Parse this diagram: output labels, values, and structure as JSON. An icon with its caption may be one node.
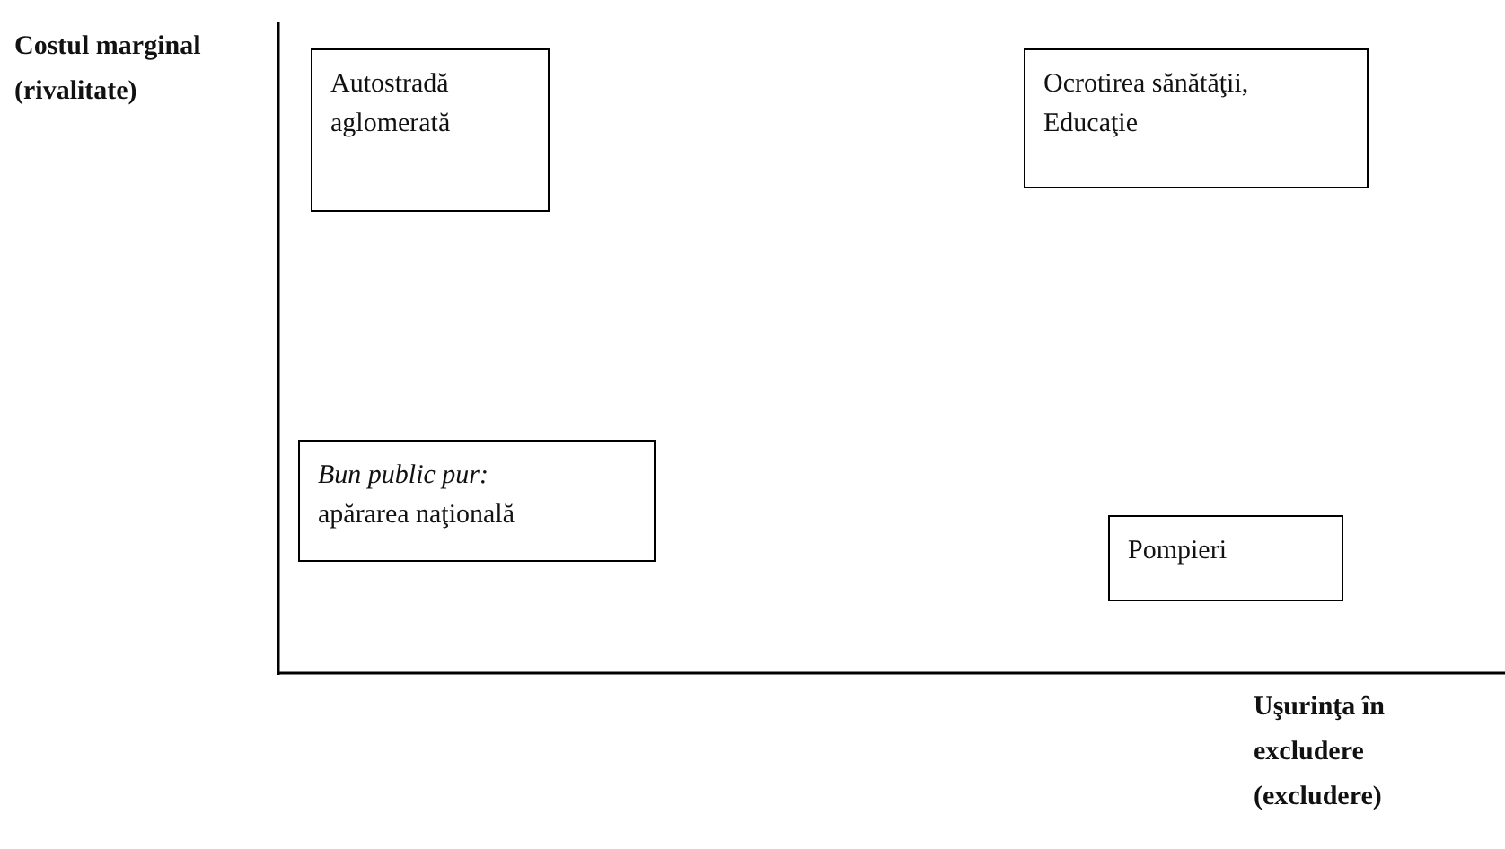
{
  "diagram": {
    "nodes": [
      {
        "text": [
          "Autostradă aglomerată"
        ]
      },
      {
        "text": [
          "Ocrotirea sănătăţii, Educaţie"
        ]
      },
      {
        "text": [
          "Bun public pur:",
          "apărarea naţională"
        ]
      },
      {
        "text": [
          "Pompieri"
        ]
      }
    ],
    "edges": [],
    "labels": [
      "Costul marginal (rivalitate)",
      "Uşurinţa în excludere (excludere)"
    ]
  }
}
